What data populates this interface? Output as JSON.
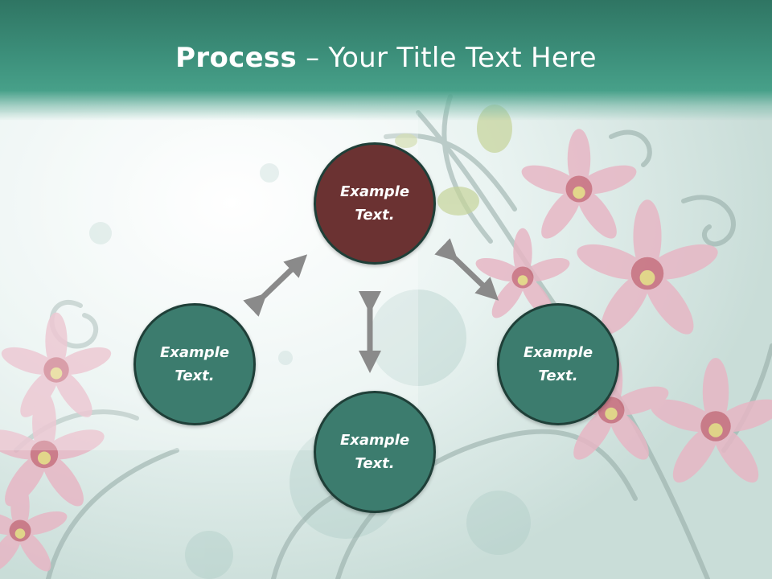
{
  "slide": {
    "title_bold": "Process",
    "title_rest": " – Your Title Text Here"
  },
  "nodes": {
    "top": "Example Text.",
    "left": "Example Text.",
    "right": "Example Text.",
    "bottom": "Example Text."
  },
  "colors": {
    "header": "#3c8f7a",
    "node_highlight": "#6b3232",
    "node_default": "#3c7c6e",
    "arrow": "#8a8a8a"
  }
}
